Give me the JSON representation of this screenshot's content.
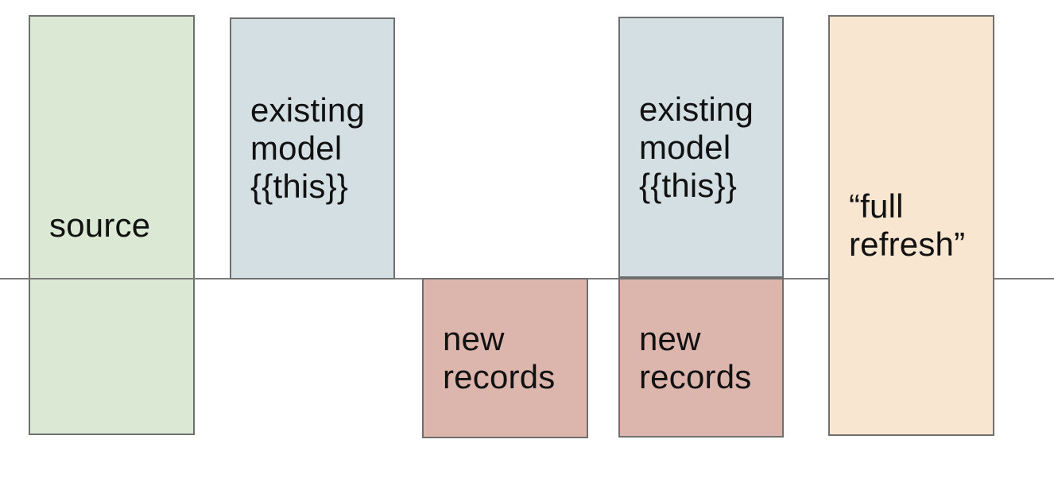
{
  "diagram": {
    "background": "#ffffff",
    "timeline_color": "#7b7b7b",
    "box_border_color": "#6f6f6f",
    "text_color": "#111111"
  },
  "boxes": {
    "source": {
      "label": "source",
      "fill": "#dbe8d4"
    },
    "existing_model_1": {
      "label": "existing model {{this}}",
      "fill": "#d3dfe3"
    },
    "new_records_1": {
      "label": "new records",
      "fill": "#dcb5ac"
    },
    "existing_model_2": {
      "label": "existing model {{this}}",
      "fill": "#d3dfe3"
    },
    "new_records_2": {
      "label": "new records",
      "fill": "#dcb5ac"
    },
    "full_refresh": {
      "label": "“full refresh”",
      "fill": "#f8e6d1"
    }
  }
}
